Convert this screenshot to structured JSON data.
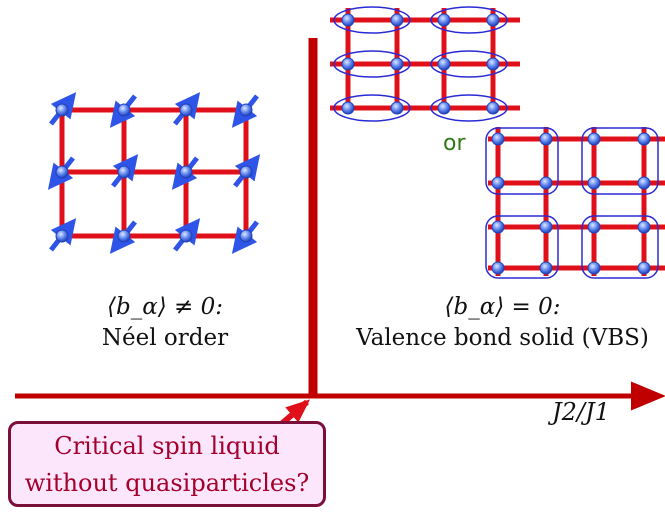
{
  "neel": {
    "math": "⟨b_α⟩ ≠ 0:",
    "name": "Néel order"
  },
  "vbs": {
    "math": "⟨b_α⟩ = 0:",
    "name": "Valence bond solid (VBS)"
  },
  "or_label": "or",
  "axis": {
    "label": "J2/J1"
  },
  "callout": {
    "line1": "Critical spin liquid",
    "line2": "without quasiparticles?"
  },
  "colors": {
    "lattice": "#e0101a",
    "axis": "#c00000",
    "spin": "#2f55e8",
    "site": "#4f7fe6",
    "bond_ring": "#2a2ad6",
    "or_text": "#2f7a16",
    "callout_text": "#a4002c",
    "callout_fill": "#fbe6fb",
    "callout_border": "#7a0f3a"
  }
}
